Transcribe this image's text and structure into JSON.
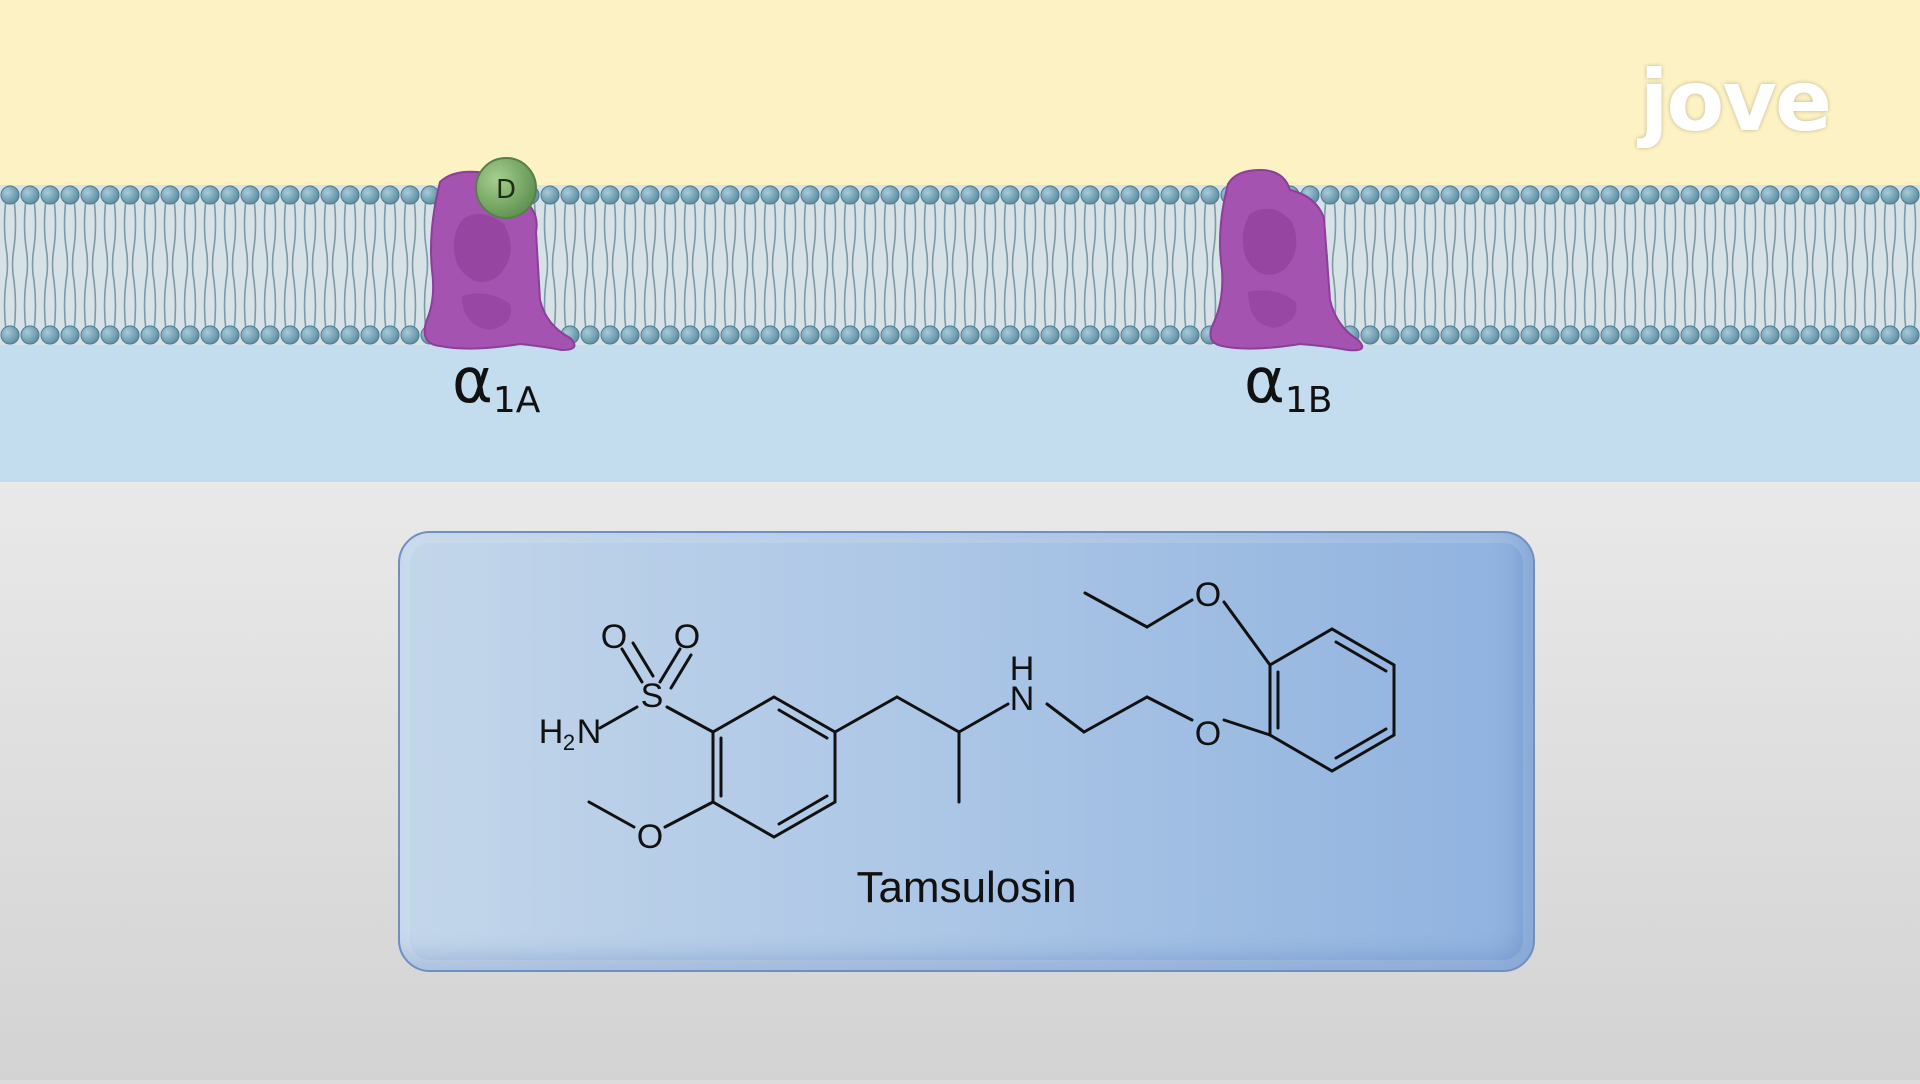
{
  "logo": {
    "text": "jove"
  },
  "membrane": {
    "receptors": [
      {
        "symbol": "α",
        "subscript": "1A"
      },
      {
        "symbol": "α",
        "subscript": "1B"
      }
    ],
    "drug_badge": "D",
    "colors": {
      "extracellular": "#fdf2c3",
      "intracellular": "#c3dcee",
      "lipid_head": "#6f9fb4",
      "receptor": "#a553b0",
      "drug": "#7fae6a"
    }
  },
  "molecule": {
    "name": "Tamsulosin",
    "atoms": {
      "oxygen": "O",
      "sulfur": "S",
      "nitrogen": "N",
      "hydrogen": "H",
      "amine_h2": "H",
      "amine_2": "2",
      "amine_n": "N"
    }
  }
}
